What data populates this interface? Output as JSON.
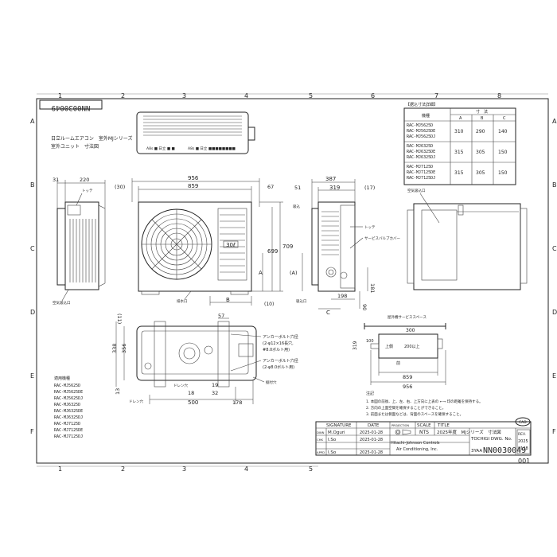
{
  "sheet": {
    "drawing_number_box": "NN0030049",
    "columns": [
      "1",
      "2",
      "3",
      "4",
      "5",
      "6",
      "7",
      "8"
    ],
    "rows": [
      "A",
      "B",
      "C",
      "D",
      "E",
      "F"
    ],
    "bottom_columns": [
      "1",
      "2",
      "3",
      "4",
      "5"
    ]
  },
  "header": {
    "line1": "日立ルームエアコン　室外MJシリーズ",
    "line2": "室外ユニット　寸法図"
  },
  "top_view_text": {
    "left_label": "A8s ■ 日立 ■ ■",
    "right_label": "A8s ■ 日立 ■■■■■■■■"
  },
  "front_dims": {
    "overall_width": "956",
    "body_width": "859",
    "left_offset": "(30)",
    "right_offset": "67",
    "height_709": "709",
    "height_699": "699",
    "label_A": "A",
    "label_B": "B",
    "bottom_10": "(10)",
    "drain_label": "排水口",
    "fan_badge": "30ℓ"
  },
  "side_left_dims": {
    "w31": "31",
    "w220": "220",
    "nut": "トッテ",
    "drain": "空気吸込口"
  },
  "side_right_dims": {
    "d387": "387",
    "d51": "51",
    "d319": "319",
    "d17": "(17)",
    "label_A": "(A)",
    "h181": "181",
    "h90": "90",
    "w198": "198",
    "label_C": "C",
    "nut": "トッテ",
    "cover": "サービスバルブカバー",
    "drain": "吸込口",
    "top_label": "吸込"
  },
  "rear_view": {
    "label": "空気吸込口"
  },
  "bottom_view": {
    "d11": "(11)",
    "d338": "338",
    "d356": "356",
    "d57": "57",
    "d13": "13",
    "d19": "19",
    "d32": "32",
    "d18": "18",
    "d500": "500",
    "d178": "178",
    "anchor1_title": "アンカーボルト穴径",
    "anchor1_spec": "(2-φ12×16長穴,",
    "anchor1_bolt": "#8.0ボルト用)",
    "anchor2_title": "アンカーボルト穴径",
    "anchor2_spec": "(2-φ8.0ボルト用)",
    "drain_hole": "ドレン穴",
    "drain_hole2": "ドレン穴",
    "base_hole": "据付穴"
  },
  "service_space": {
    "title": "屋外機サービススペース",
    "d300": "300",
    "d319": "319",
    "d100": "100",
    "top_label": "上側",
    "top_value": "200以上",
    "front_label": "前",
    "d859": "859",
    "d956": "956"
  },
  "models_table": {
    "title": "【据込寸法詳細】",
    "unit_header": "寸　法",
    "col_header_model": "機種",
    "col_a": "A",
    "col_b": "B",
    "col_c": "C",
    "groups": [
      {
        "models": [
          "RAC-MJ5625D",
          "RAC-MJ5625DE",
          "RAC-MJ5625DJ"
        ],
        "a": "310",
        "b": "290",
        "c": "140"
      },
      {
        "models": [
          "RAC-MJ6325D",
          "RAC-MJ6325DE",
          "RAC-MJ6325DJ"
        ],
        "a": "315",
        "b": "305",
        "c": "150"
      },
      {
        "models": [
          "RAC-MJ7125D",
          "RAC-MJ7125DE",
          "RAC-MJ7125DJ"
        ],
        "a": "315",
        "b": "305",
        "c": "150"
      }
    ]
  },
  "applicable": {
    "title": "適用機種",
    "models": [
      "RAC-MJ5625D",
      "RAC-MJ5625DE",
      "RAC-MJ5625DJ",
      "RAC-MJ6325D",
      "RAC-MJ6325DE",
      "RAC-MJ6325DJ",
      "RAC-MJ7125D",
      "RAC-MJ7125DE",
      "RAC-MJ7125DJ"
    ]
  },
  "notes": {
    "title": "注記",
    "lines": [
      "1. 本図の前後、上、左、右、上方向に上表の ←→ 印の距離を保持する。",
      "2. 方向の上面空間を確保することができること。",
      "3. 前面または側面などは、背面のスペースを確保すること。"
    ]
  },
  "title_block": {
    "signature_header": "SIGNATURE",
    "date_header": "DATE",
    "projection_header": "PROJECTION",
    "scale_header": "SCALE",
    "title_header": "TITLE",
    "rows": [
      {
        "role": "DWN",
        "name": "M.Oguri",
        "date": "2025-01-28"
      },
      {
        "role": "CHK",
        "name": "I.So",
        "date": "2025-01-28"
      },
      {
        "role": "APPD",
        "name": "I.So",
        "date": "2025-01-28"
      }
    ],
    "scale_value": "NTS",
    "title_value": "2025年度　MJシリーズ　寸法図",
    "company_line1": "Hitachi-Johnson Controls",
    "company_line2": "Air Conditioning, Inc.",
    "tochigi_label": "TOCHIGI DWG. No.",
    "code_prefix": "3YAA",
    "drawing_no": "NN0030049",
    "revision": "001",
    "stamp_label": "CAD",
    "rev_box_line1": "REV.",
    "rev_box_line2": "2025",
    "rev_box_line3": "0128"
  }
}
